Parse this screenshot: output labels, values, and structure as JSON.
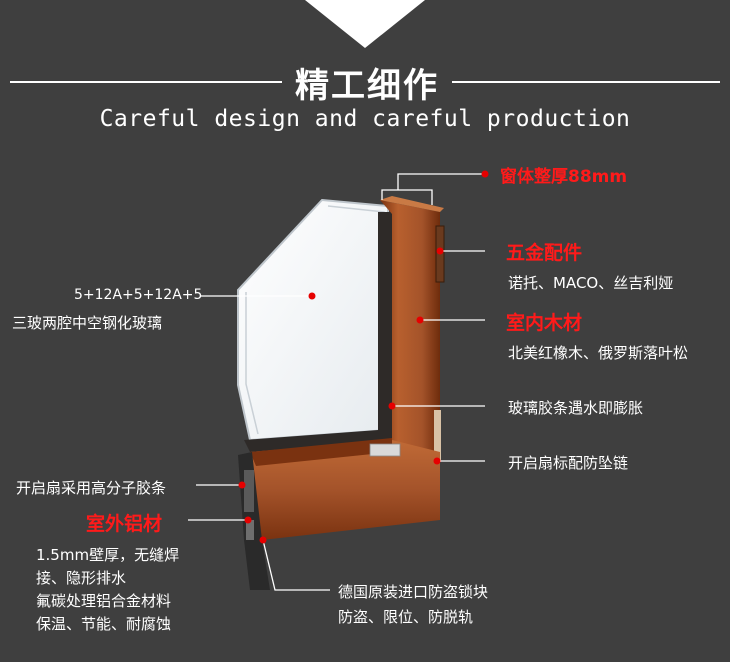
{
  "header": {
    "title": "精工细作",
    "subtitle": "Careful design and careful production"
  },
  "callouts": {
    "frame_thickness": "窗体整厚88mm",
    "hardware_title": "五金配件",
    "hardware_desc": "诺托、MACO、丝吉利娅",
    "wood_title": "室内木材",
    "wood_desc": "北美红橡木、俄罗斯落叶松",
    "glass_seal": "玻璃胶条遇水即膨胀",
    "sash_chain": "开启扇标配防坠链",
    "glass_spec": "5+12A+5+12A+5",
    "glass_desc": "三玻两腔中空钢化玻璃",
    "sash_seal": "开启扇采用高分子胶条",
    "aluminum_title": "室外铝材",
    "aluminum_desc_1": "1.5mm壁厚，无缝焊",
    "aluminum_desc_2": "接、隐形排水",
    "aluminum_desc_3": "氟碳处理铝合金材料",
    "aluminum_desc_4": "保温、节能、耐腐蚀",
    "lock_title": "德国原装进口防盗锁块",
    "lock_desc": "防盗、限位、防脱轨"
  },
  "colors": {
    "background": "#3f3f3f",
    "accent_red": "#ff1a1a",
    "wood": "#a0522d",
    "glass": "#f4f6f8"
  }
}
